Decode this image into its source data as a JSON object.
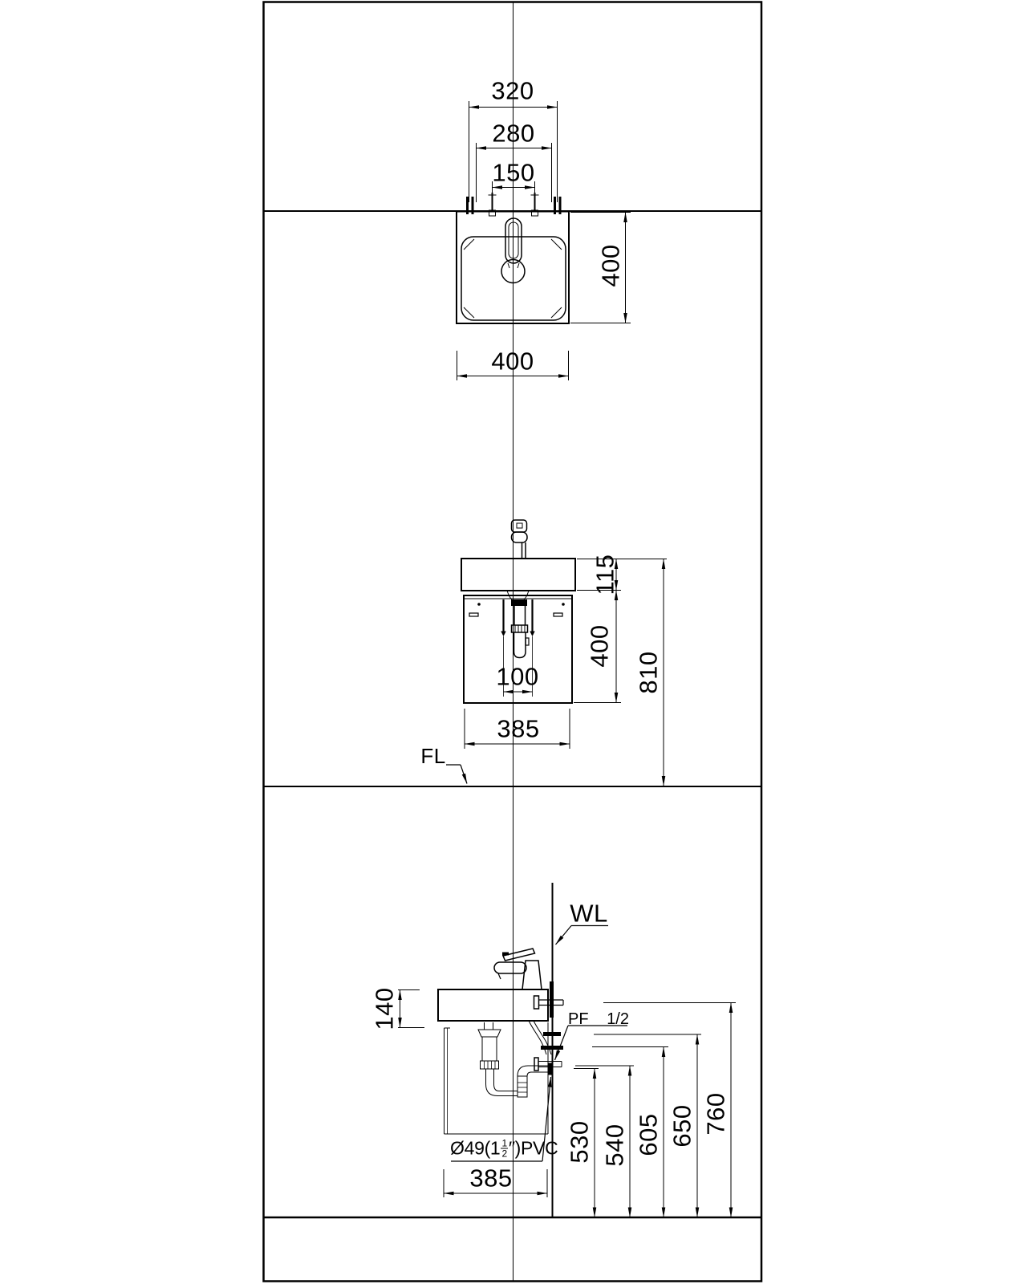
{
  "plan": {
    "dim_bolt_span": "320",
    "dim_inner_span": "280",
    "dim_faucet_holes": "150",
    "dim_depth": "400",
    "dim_width": "400"
  },
  "front": {
    "dim_counter_height": "115",
    "dim_cabinet_height": "400",
    "dim_total_height": "810",
    "dim_drain_offset": "100",
    "dim_width": "385",
    "floor_label": "FL"
  },
  "section": {
    "wall_label": "WL",
    "pf_label": "PF",
    "pf_size": "1/2",
    "pvc_prefix": "Ø49(1",
    "pvc_frac_num": "1",
    "pvc_frac_den": "2",
    "pvc_suffix": "″)PVC",
    "dim_140": "140",
    "dim_depth": "385",
    "heights": [
      "530",
      "540",
      "605",
      "650",
      "760"
    ]
  }
}
